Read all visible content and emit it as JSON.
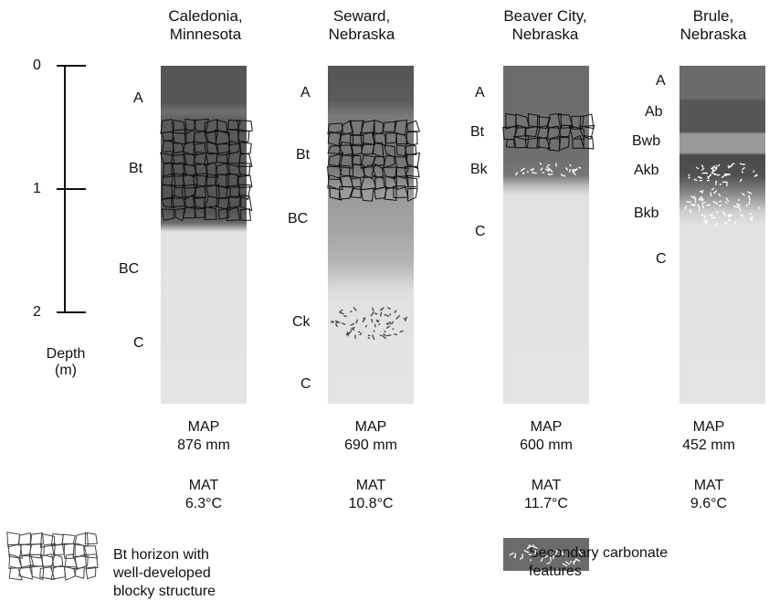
{
  "depth_scale": {
    "ticks": [
      "0",
      "1",
      "2"
    ],
    "label_line1": "Depth",
    "label_line2": "(m)"
  },
  "profiles": [
    {
      "title_line1": "Caledonia,",
      "title_line2": "Minnesota",
      "horizons": [
        "A",
        "Bt",
        "BC",
        "C"
      ],
      "map_label": "MAP",
      "map_value": "876 mm",
      "mat_label": "MAT",
      "mat_value": "6.3°C"
    },
    {
      "title_line1": "Seward,",
      "title_line2": "Nebraska",
      "horizons": [
        "A",
        "Bt",
        "BC",
        "Ck",
        "C"
      ],
      "map_label": "MAP",
      "map_value": "690 mm",
      "mat_label": "MAT",
      "mat_value": "10.8°C"
    },
    {
      "title_line1": "Beaver City,",
      "title_line2": "Nebraska",
      "horizons": [
        "A",
        "Bt",
        "Bk",
        "C"
      ],
      "map_label": "MAP",
      "map_value": "600 mm",
      "mat_label": "MAT",
      "mat_value": "11.7°C"
    },
    {
      "title_line1": "Brule,",
      "title_line2": "Nebraska",
      "horizons": [
        "A",
        "Ab",
        "Bwb",
        "Akb",
        "Bkb",
        "C"
      ],
      "map_label": "MAP",
      "map_value": "452 mm",
      "mat_label": "MAT",
      "mat_value": "9.6°C"
    }
  ],
  "legend": {
    "blocky_line1": "Bt horizon with",
    "blocky_line2": "well-developed",
    "blocky_line3": "blocky structure",
    "carbonate_line1": "Secondary carbonate",
    "carbonate_line2": "features"
  }
}
